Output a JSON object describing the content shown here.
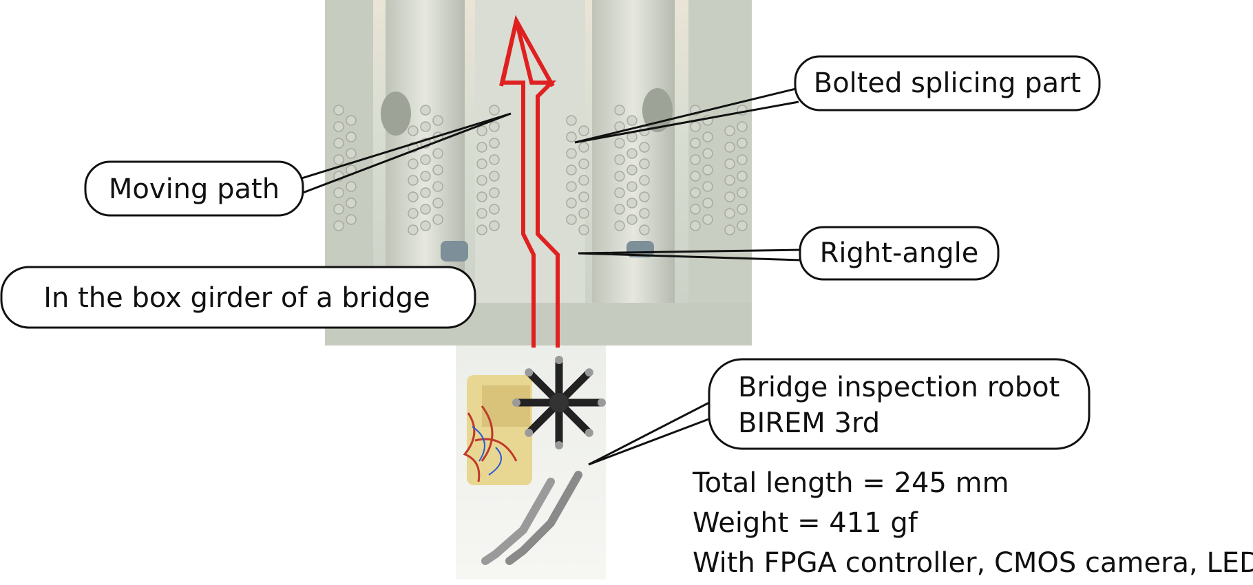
{
  "callouts": {
    "bolted_splicing": "Bolted splicing part",
    "moving_path": "Moving path",
    "right_angle": "Right-angle",
    "box_girder": "In the box girder of a bridge",
    "robot_name_line1": "Bridge inspection robot",
    "robot_name_line2": "BIREM 3rd"
  },
  "specs": [
    "Total length = 245 mm",
    "Weight = 411 gf",
    "With FPGA controller, CMOS camera, LED"
  ],
  "colors": {
    "path_arrow": "#e02020",
    "girder_wall": "#dcdfd6",
    "girder_shadow": "#b9bdb2",
    "bolt": "#cfd2c8",
    "robot_body": "#222222",
    "robot_frame": "#e9d89a"
  }
}
